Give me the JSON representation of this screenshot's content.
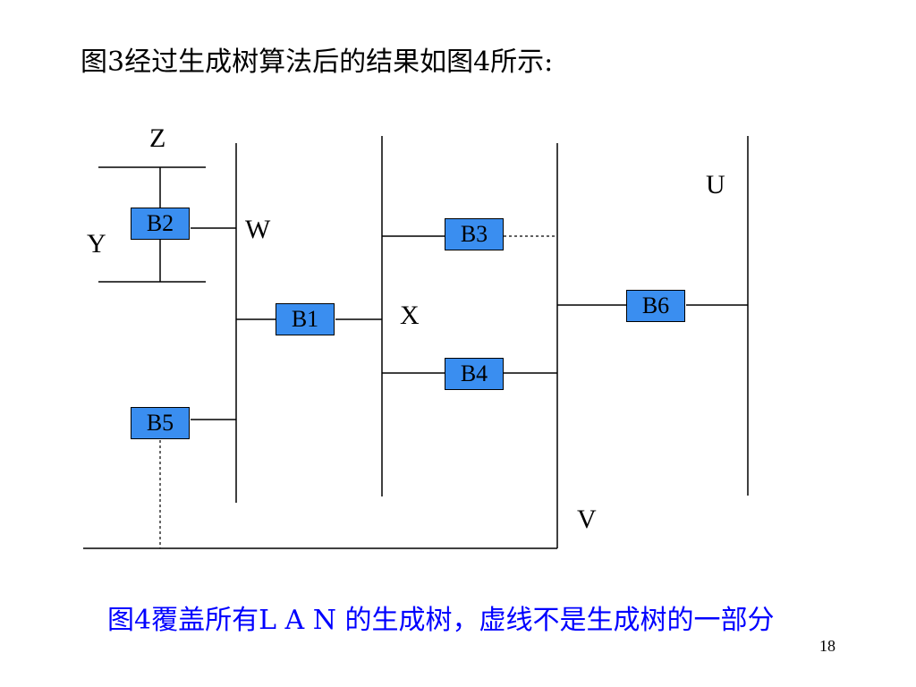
{
  "slide": {
    "title": "图3经过生成树算法后的结果如图4所示:",
    "caption": "图4覆盖所有L A N 的生成树，虚线不是生成树的一部分",
    "page_number": "18"
  },
  "segments": {
    "Z": "Z",
    "Y": "Y",
    "W": "W",
    "X": "X",
    "U": "U",
    "V": "V"
  },
  "bridges": {
    "B1": "B1",
    "B2": "B2",
    "B3": "B3",
    "B4": "B4",
    "B5": "B5",
    "B6": "B6"
  },
  "colors": {
    "bridge_fill": "#3a8ef0",
    "caption_text": "#0000ff",
    "line": "#000000"
  }
}
